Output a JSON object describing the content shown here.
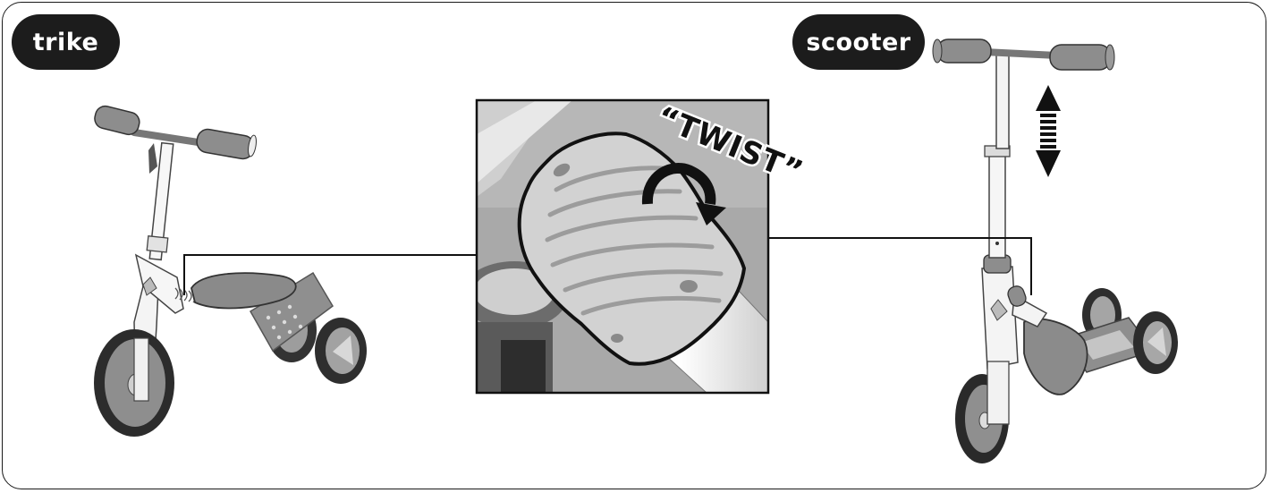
{
  "labels": {
    "trike": "trike",
    "scooter": "scooter",
    "twist": "“TWIST”"
  },
  "icons": {
    "height_adjust": "double-arrow-up-down-icon",
    "twist_direction": "curved-arrow-icon"
  },
  "colors": {
    "frame_border": "#1a1a1a",
    "label_background": "#1c1c1c",
    "label_text": "#ffffff",
    "detail_panel_background": "#a9a9a9",
    "grip_color": "#9a9a9a"
  }
}
